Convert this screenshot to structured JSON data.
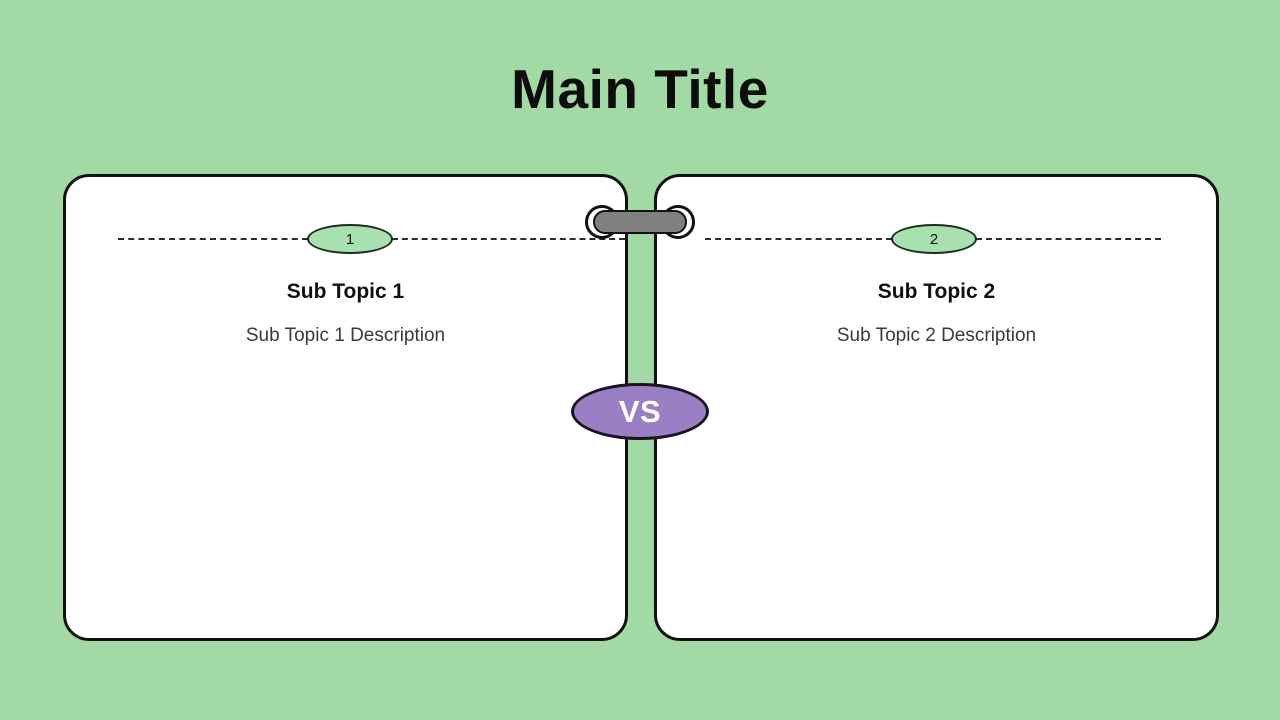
{
  "slide": {
    "title": "Main Title",
    "background_color": "#a3d9a5"
  },
  "center": {
    "vs_label": "VS",
    "vs_color": "#9b7fc4",
    "clasp_color": "#808080"
  },
  "panels": [
    {
      "badge_number": "1",
      "badge_color": "#a8e0b0",
      "sub_title": "Sub Topic 1",
      "sub_description": "Sub Topic 1 Description"
    },
    {
      "badge_number": "2",
      "badge_color": "#a8e0b0",
      "sub_title": "Sub Topic 2",
      "sub_description": "Sub Topic 2 Description"
    }
  ]
}
